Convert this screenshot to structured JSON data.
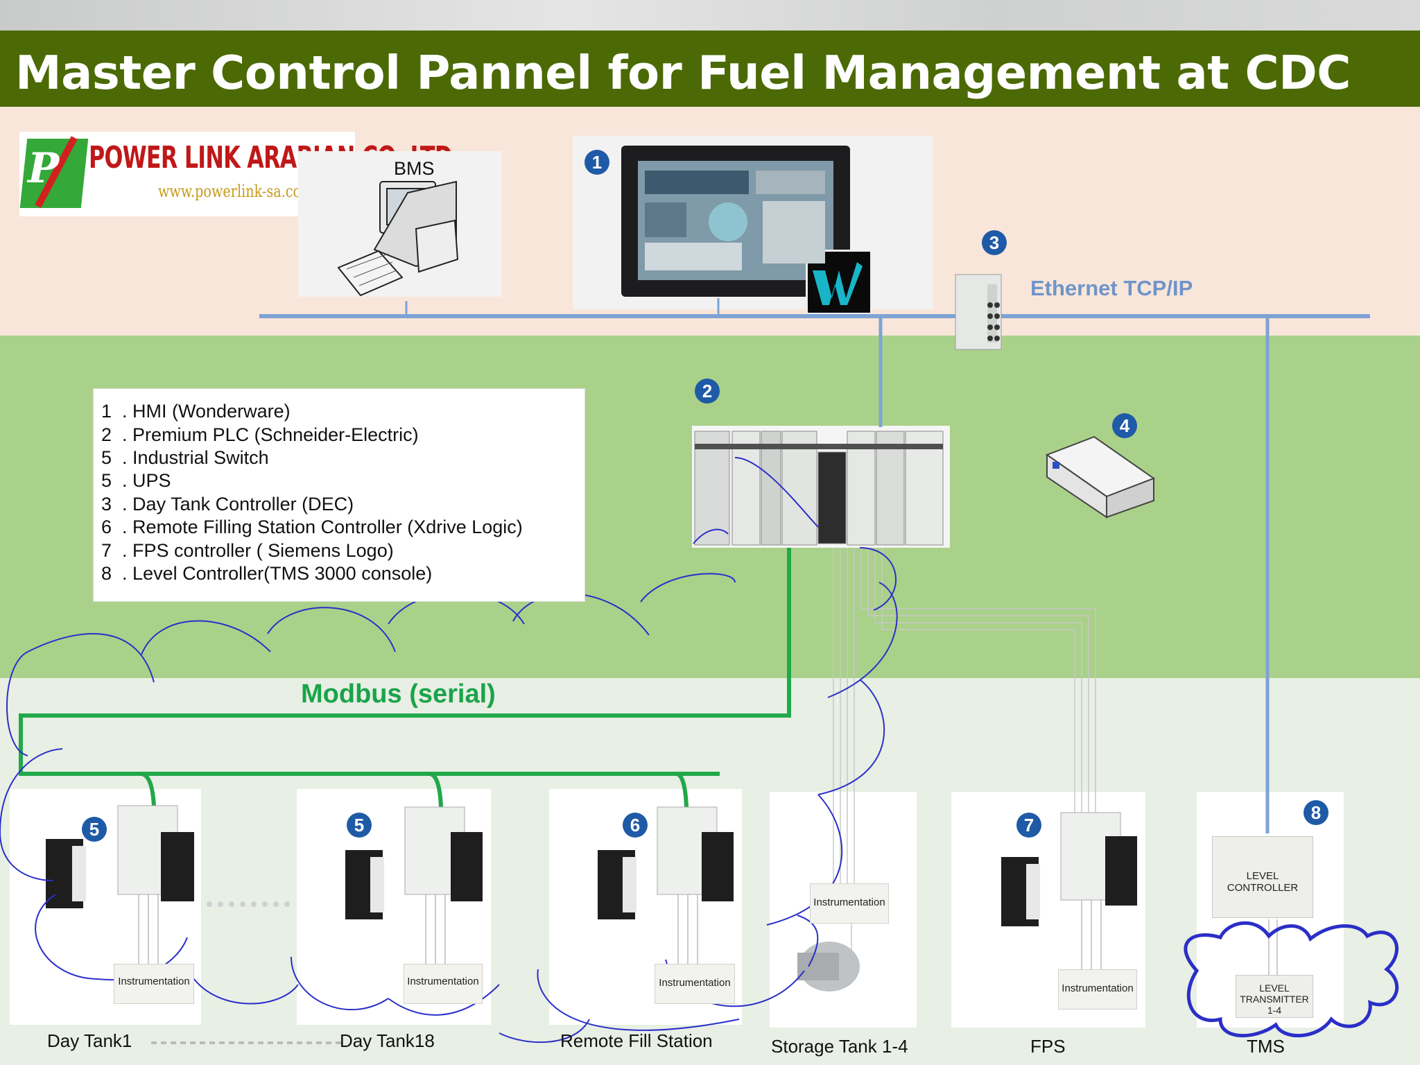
{
  "title": "Master Control Pannel for Fuel Management at CDC",
  "logo": {
    "name": "POWER LINK ARABIAN CO. LTD.",
    "url": "www.powerlink-sa.com"
  },
  "bms_label": "BMS",
  "ethernet_label": "Ethernet TCP/IP",
  "modbus_label": "Modbus (serial)",
  "badges": {
    "hmi": "1",
    "plc": "2",
    "switch": "3",
    "ups": "4",
    "day_tank1": "5",
    "day_tank18": "5",
    "remote_fill": "6",
    "fps": "7",
    "tms": "8"
  },
  "legend": [
    {
      "num": "1",
      "text": ". HMI (Wonderware)"
    },
    {
      "num": "2",
      "text": ". Premium PLC (Schneider-Electric)"
    },
    {
      "num": "5",
      "text": ". Industrial Switch"
    },
    {
      "num": "5",
      "text": ". UPS"
    },
    {
      "num": "3",
      "text": ". Day Tank Controller (DEC)"
    },
    {
      "num": "6",
      "text": ". Remote Filling Station Controller (Xdrive Logic)"
    },
    {
      "num": "7",
      "text": ". FPS controller ( Siemens Logo)"
    },
    {
      "num": "8",
      "text": ". Level Controller(TMS 3000 console)"
    }
  ],
  "stations": {
    "day_tank1": "Day Tank1",
    "day_tank18": "Day Tank18",
    "remote_fill": "Remote Fill Station",
    "storage": "Storage Tank 1-4",
    "fps": "FPS",
    "tms": "TMS"
  },
  "instrumentation_label": "Instrumentation",
  "level_controller": "LEVEL CONTROLLER",
  "level_transmitter": "LEVEL TRANSMITTER 1-4",
  "colors": {
    "title_bar": "#4b6a05",
    "ethernet_line": "#7ea3d4",
    "modbus_line": "#22a84a",
    "cloud": "#2a2fc8",
    "badge": "#1f5aa6"
  }
}
